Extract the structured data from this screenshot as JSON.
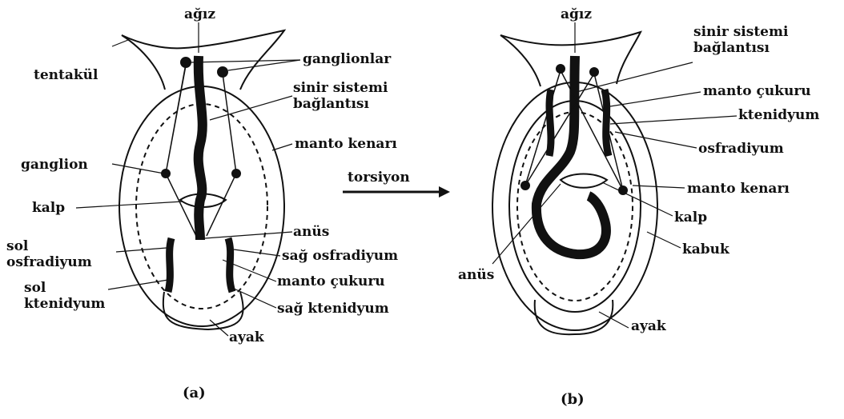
{
  "diagram_a": {
    "panel_label": "(a)",
    "mouth": "ağız",
    "ganglia": "ganglionlar",
    "tentacle": "tentakül",
    "nerve_connective": "sinir sistemi\nbağlantısı",
    "mantle_edge": "manto kenarı",
    "ganglion": "ganglion",
    "heart": "kalp",
    "anus": "anüs",
    "left_osphradium": "sol\nosfradiyum",
    "right_osphradium": "sağ osfradiyum",
    "mantle_cavity": "manto çukuru",
    "left_ctenidium": "sol\nktenidyum",
    "right_ctenidium": "sağ ktenidyum",
    "foot": "ayak"
  },
  "arrow_label": "torsiyon",
  "diagram_b": {
    "panel_label": "(b)",
    "mouth": "ağız",
    "nerve_connective": "sinir sistemi\nbağlantısı",
    "mantle_cavity": "manto çukuru",
    "ctenidium": "ktenidyum",
    "osphradium": "osfradiyum",
    "mantle_edge": "manto kenarı",
    "heart": "kalp",
    "shell": "kabuk",
    "anus": "anüs",
    "foot": "ayak"
  }
}
